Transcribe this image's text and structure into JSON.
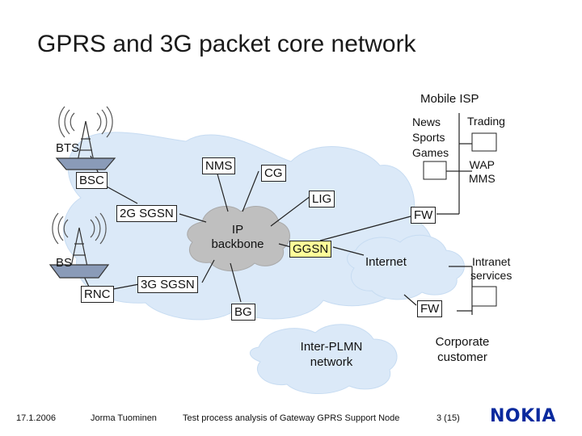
{
  "slide": {
    "title": "GPRS and 3G packet core network"
  },
  "nodes": {
    "mobile_isp": "Mobile ISP",
    "news_sports_games": [
      "News",
      "Sports",
      "Games"
    ],
    "trading": "Trading",
    "wap_mms": [
      "WAP",
      "MMS"
    ],
    "bts": "BTS",
    "bsc": "BSC",
    "nms": "NMS",
    "cg": "CG",
    "lig": "LIG",
    "fw_top": "FW",
    "sgsn_2g": "2G SGSN",
    "ip_backbone": [
      "IP",
      "backbone"
    ],
    "ggsn": "GGSN",
    "internet": "Internet",
    "intranet_services": [
      "Intranet",
      "services"
    ],
    "bs": "BS",
    "rnc": "RNC",
    "sgsn_3g": "3G SGSN",
    "fw_bottom": "FW",
    "bg": "BG",
    "inter_plmn": [
      "Inter-PLMN",
      "network"
    ],
    "corporate": [
      "Corporate",
      "customer"
    ]
  },
  "footer": {
    "date": "17.1.2006",
    "author": "Jorma Tuominen",
    "topic": "Test process analysis of Gateway GPRS Support Node",
    "page": "3 (15)"
  },
  "logo": {
    "text": "NOKIA",
    "color": "#0a2a9e"
  },
  "colors": {
    "cloud": "#dbe9f8",
    "ip_cloud": "#bfbfbf",
    "ggsn_fill": "#ffff99"
  }
}
